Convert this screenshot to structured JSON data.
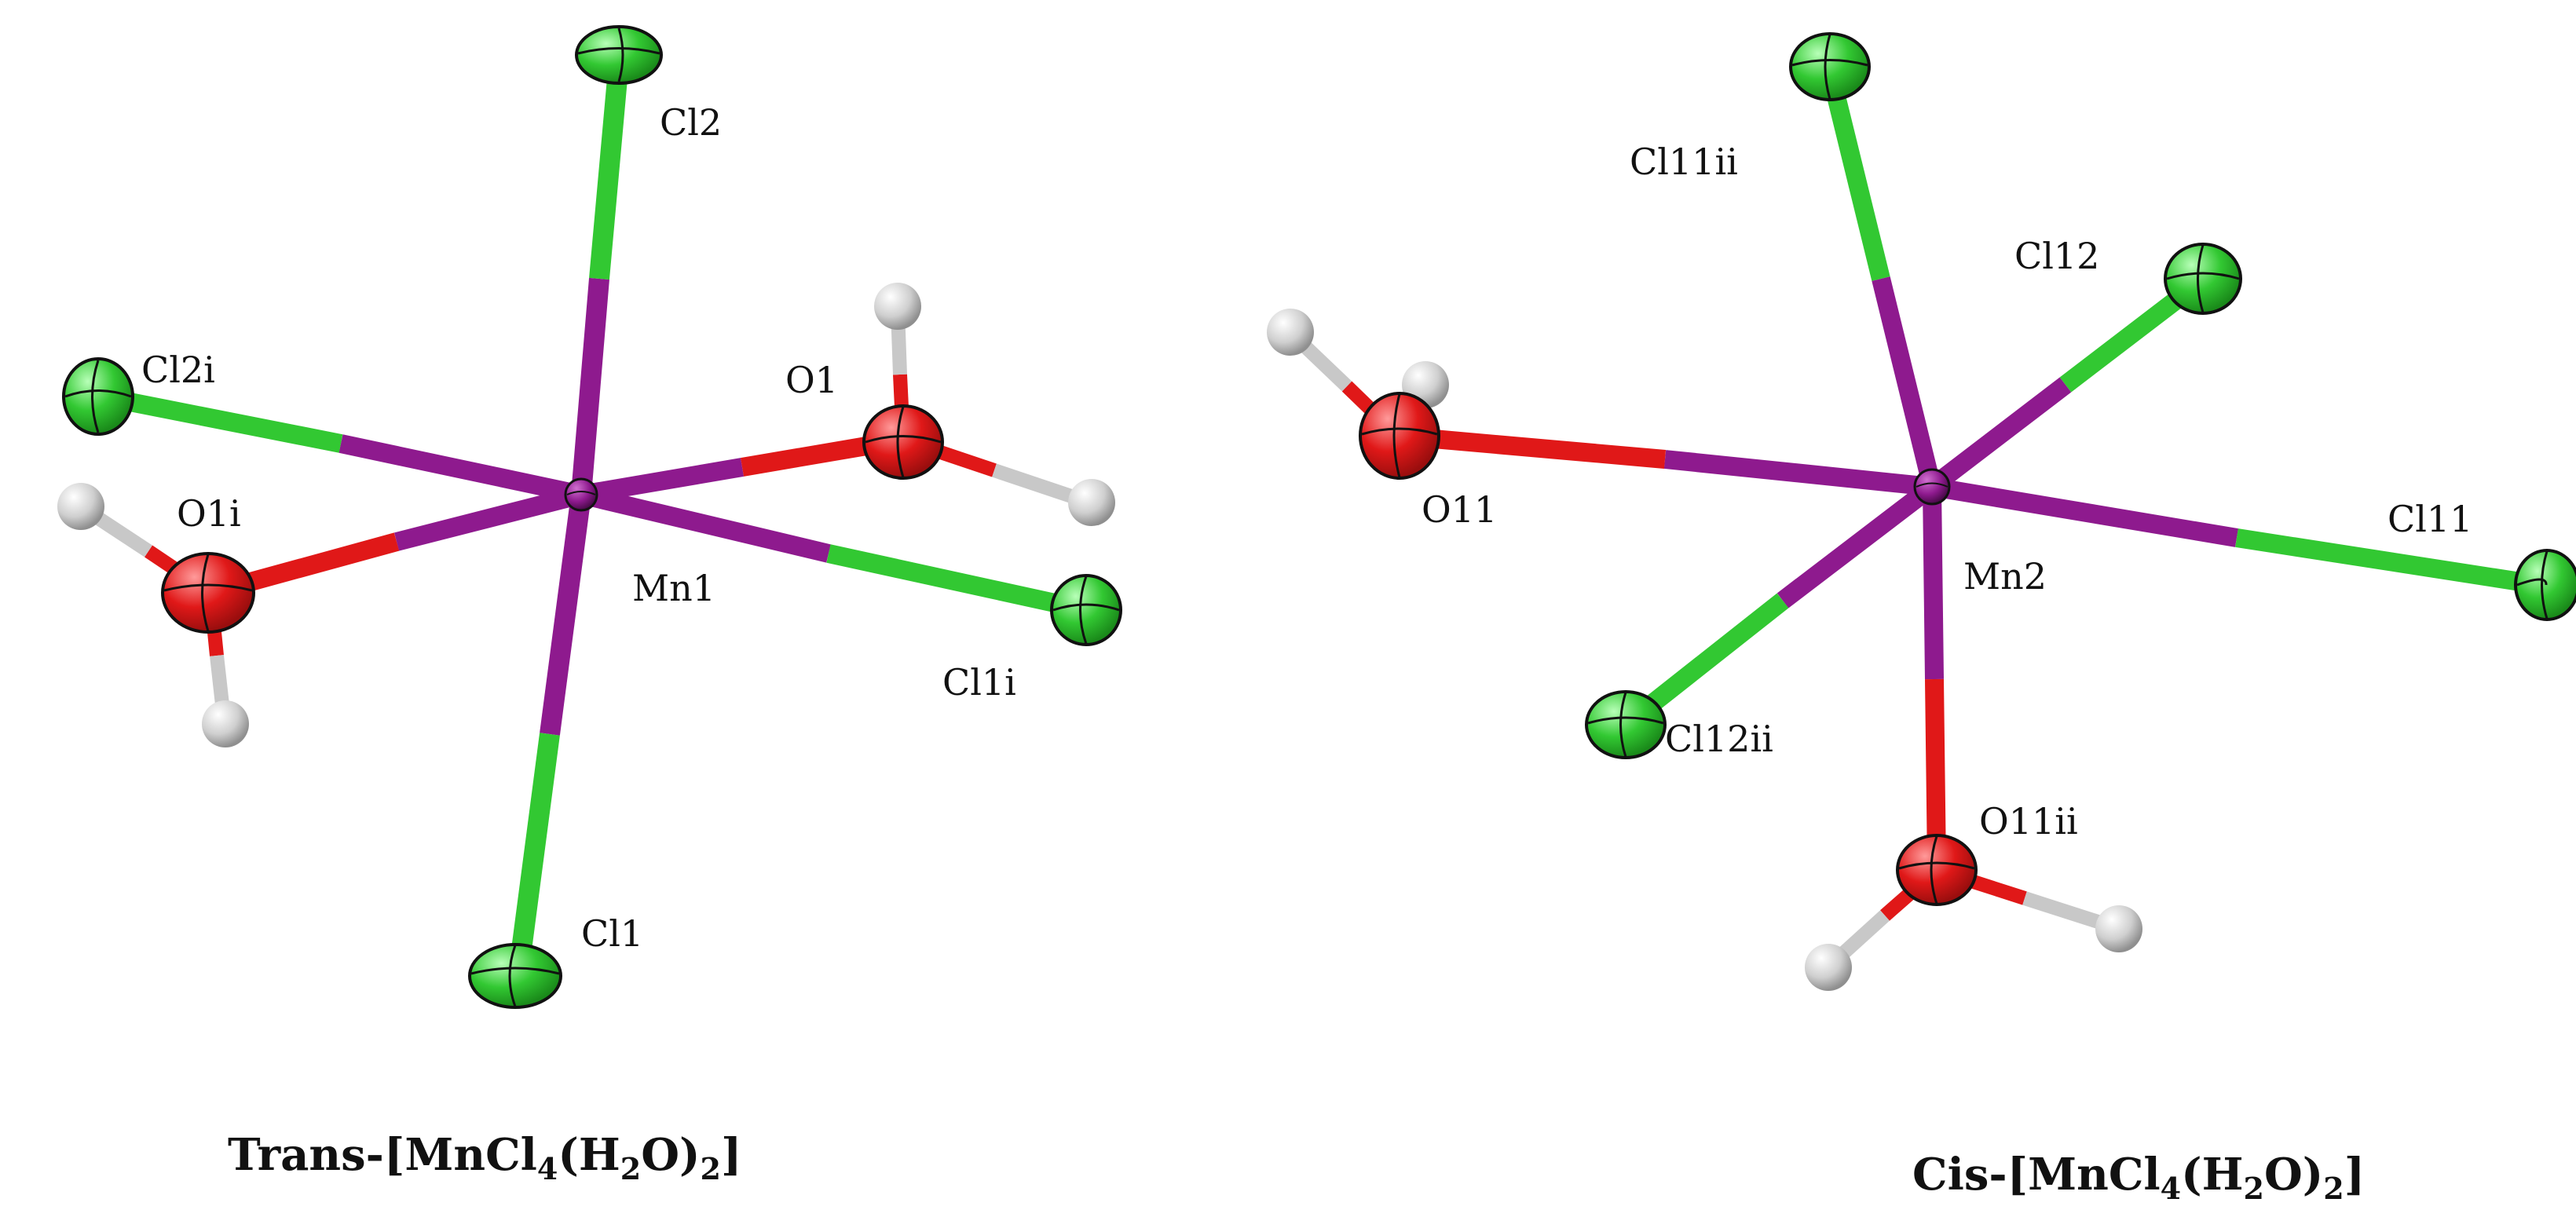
{
  "colors": {
    "mn": "#8e1a8e",
    "cl": "#32c832",
    "o": "#e01818",
    "h": "#c8c8c8",
    "outline": "#111111"
  },
  "molecules": [
    {
      "caption": {
        "prefix": "Trans-[MnCl",
        "n1": "4",
        "mid1": "(H",
        "n2": "2",
        "mid2": "O)",
        "n3": "2",
        "suffix": "]"
      },
      "labels": {
        "mn": "Mn1",
        "cl_top": "Cl2",
        "cl_left": "Cl2i",
        "o_right": "O1",
        "o_left": "O1i",
        "cl_right": "Cl1i",
        "cl_bottom": "Cl1"
      }
    },
    {
      "caption": {
        "prefix": "Cis-[MnCl",
        "n1": "4",
        "mid1": "(H",
        "n2": "2",
        "mid2": "O)",
        "n3": "2",
        "suffix": "]"
      },
      "labels": {
        "mn": "Mn2",
        "cl_top": "Cl11ii",
        "cl_upper_right": "Cl12",
        "o_left": "O11",
        "cl_right": "Cl11",
        "cl_lower_left": "Cl12ii",
        "o_bottom": "O11ii"
      }
    }
  ]
}
